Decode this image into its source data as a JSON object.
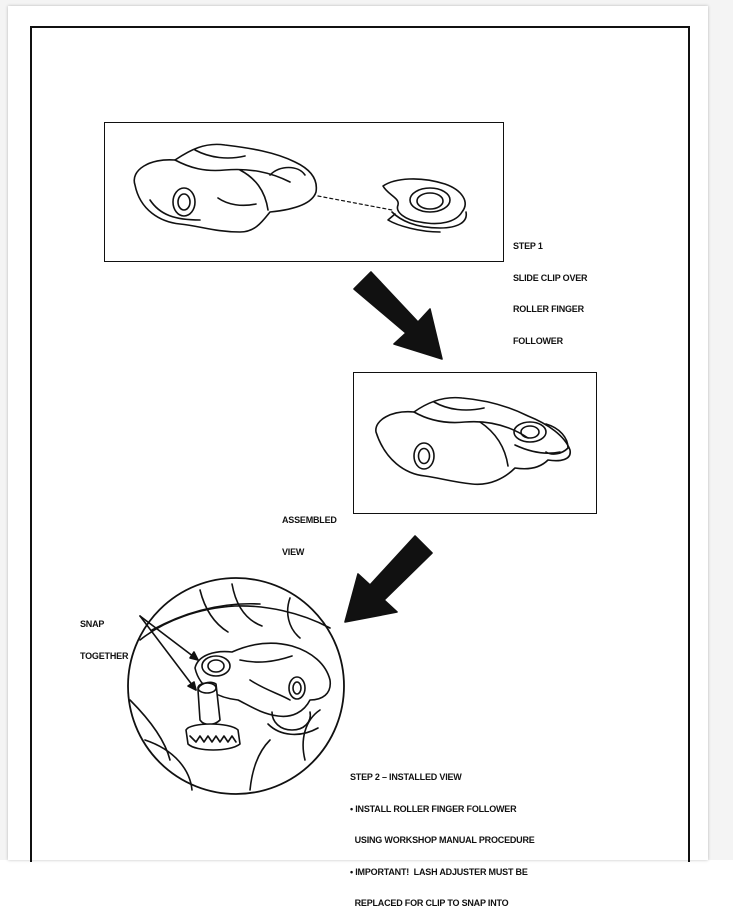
{
  "step1": {
    "heading": "STEP 1",
    "lines": [
      "SLIDE CLIP OVER",
      "ROLLER FINGER",
      "FOLLOWER"
    ]
  },
  "assembled": {
    "lines": [
      "ASSEMBLED",
      "VIEW"
    ]
  },
  "snap": {
    "lines": [
      "SNAP",
      "TOGETHER"
    ]
  },
  "step2": {
    "heading": "STEP 2 – INSTALLED VIEW",
    "lines": [
      "• INSTALL ROLLER FINGER FOLLOWER",
      "  USING WORKSHOP MANUAL PROCEDURE",
      "• IMPORTANT!  LASH ADJUSTER MUST BE",
      "  REPLACED FOR CLIP TO SNAP INTO"
    ]
  }
}
